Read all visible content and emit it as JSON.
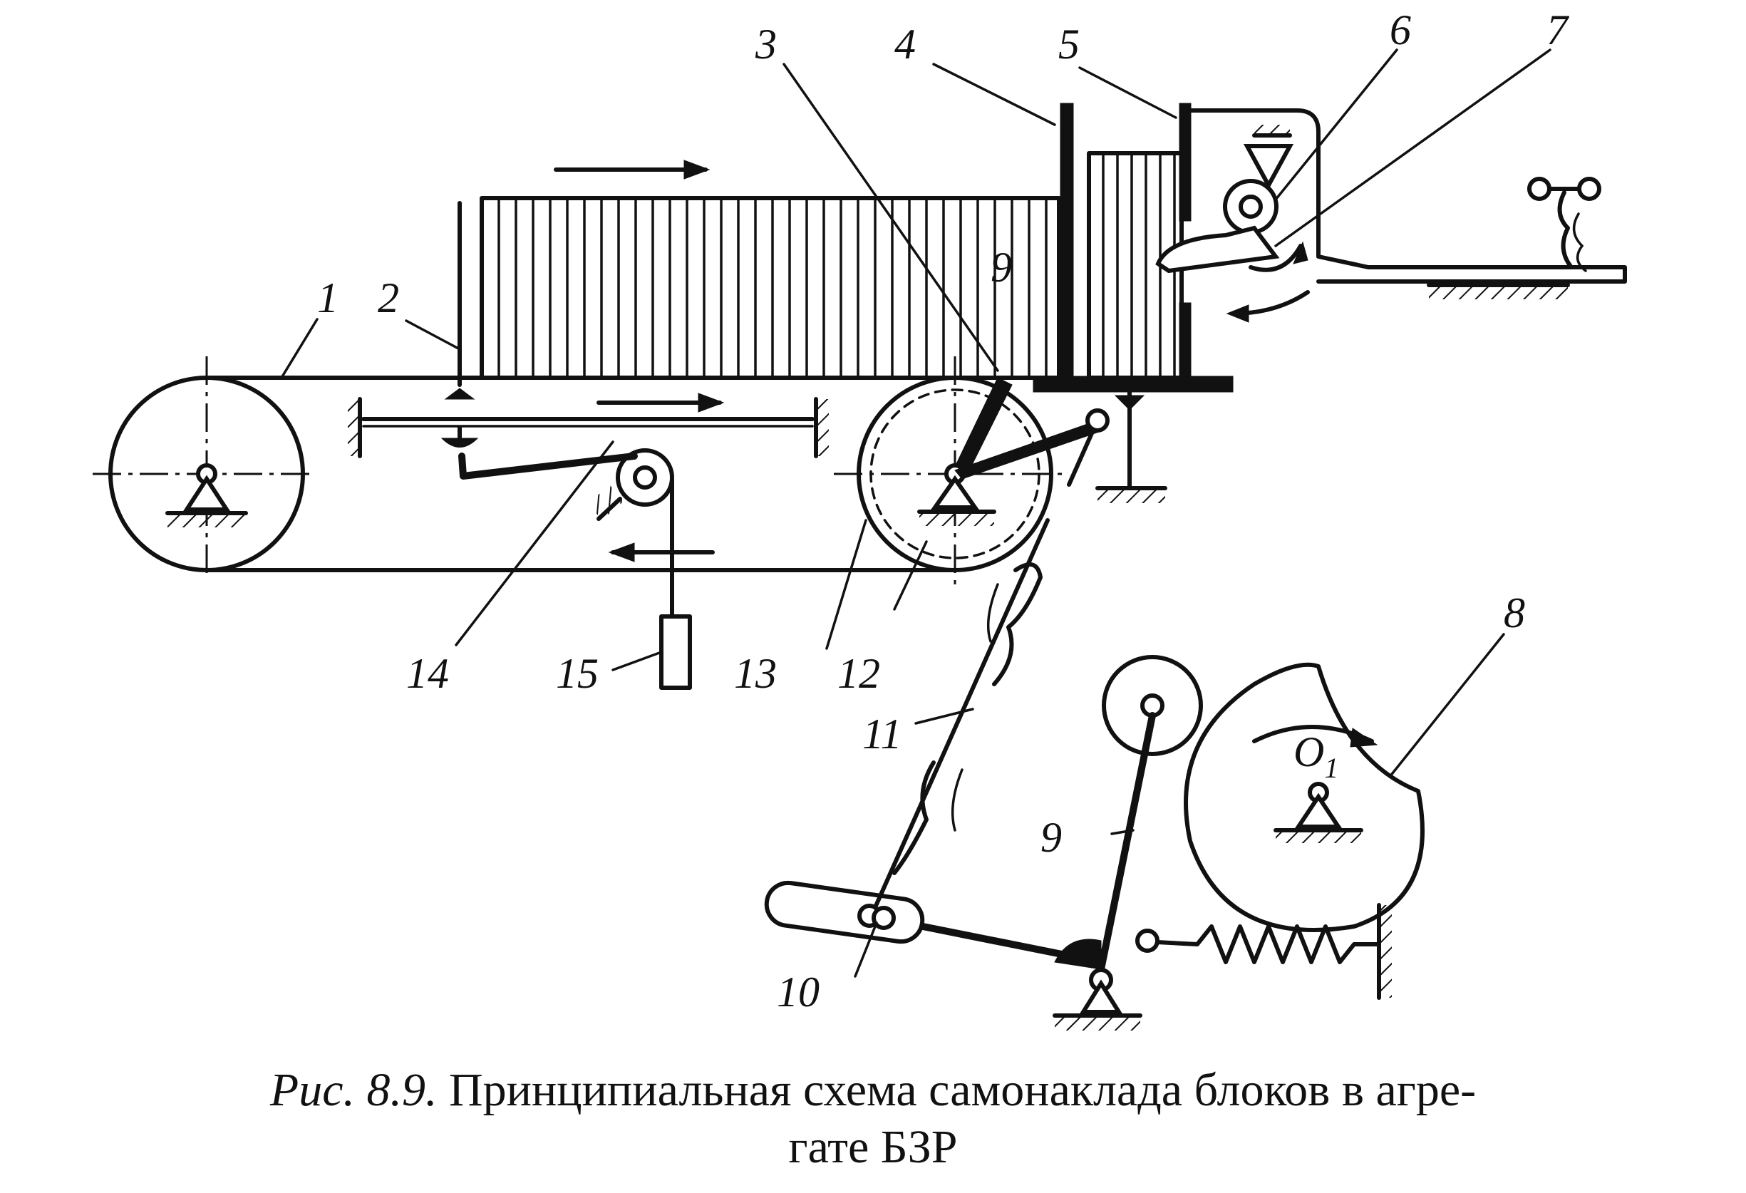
{
  "figure": {
    "part_labels": {
      "p1": "1",
      "p2": "2",
      "p3": "3",
      "p4": "4",
      "p5": "5",
      "p6": "6",
      "p7": "7",
      "p8": "8",
      "p9_top": "9",
      "p9_bottom": "9",
      "p10": "10",
      "p11": "11",
      "p12": "12",
      "p13": "13",
      "p14": "14",
      "p15": "15",
      "o1": "O"
    },
    "o1_subscript": "1"
  },
  "caption": {
    "prefix": "Рис. 8.9.",
    "line1": "Принципиальная схема самонаклада блоков в агре-",
    "line2": "гате БЗР"
  }
}
